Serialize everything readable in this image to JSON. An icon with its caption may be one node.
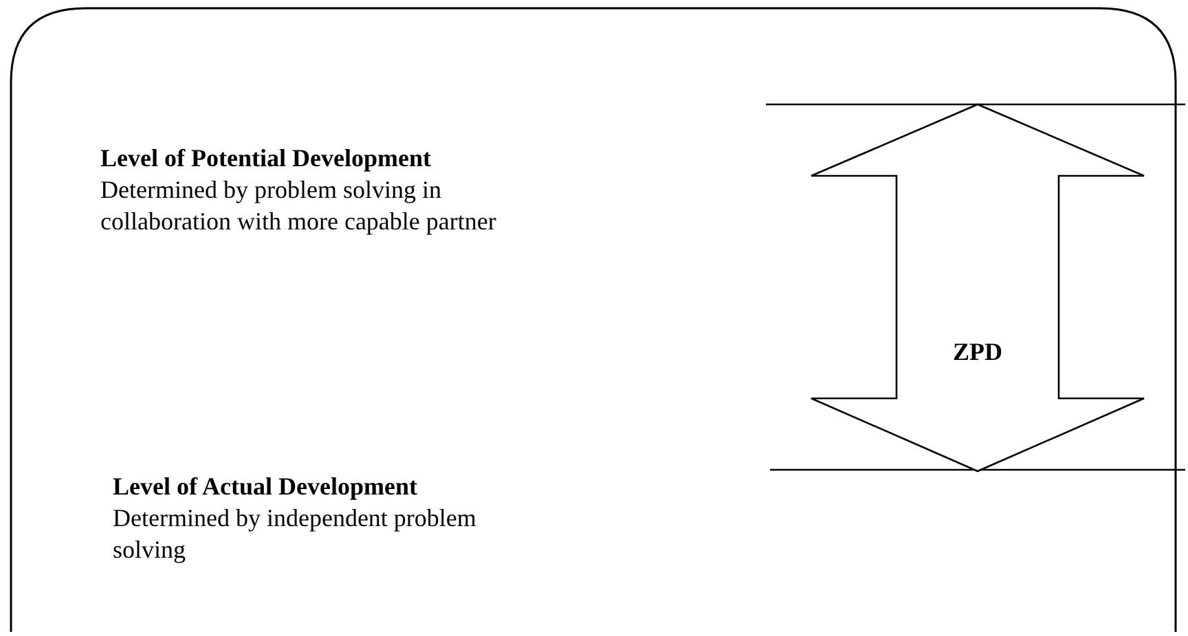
{
  "diagram": {
    "nodes": [
      {
        "text": [
          "ZPD"
        ]
      }
    ],
    "labels": [
      "Level of Potential Development",
      "Determined by problem solving in collaboration with more capable partner",
      "Level of Actual Development",
      "Determined by independent problem solving"
    ]
  }
}
